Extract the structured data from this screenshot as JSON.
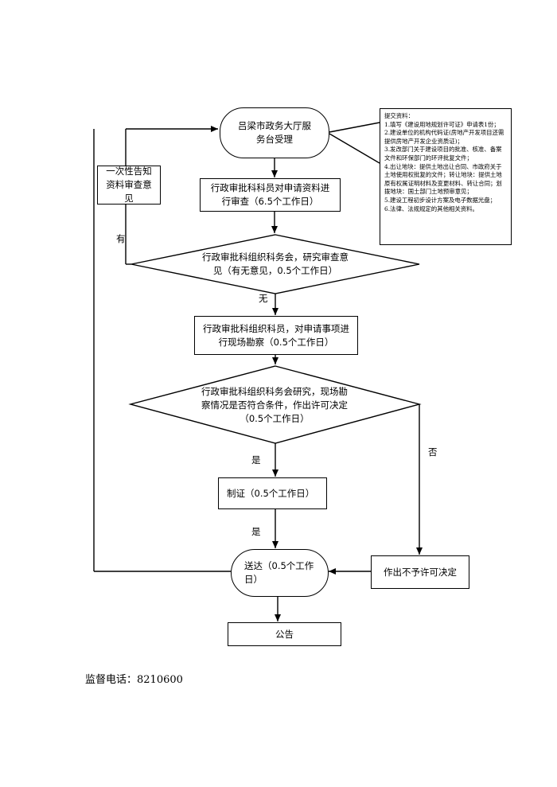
{
  "flow": {
    "accept": "吕梁市政务大厅服务台受理",
    "review": "行政审批科科员对申请资料进行审查（6.5个工作日）",
    "meeting1": "行政审批科组织科务会，研究审查意见（有无意见，0.5个工作日）",
    "inspect": "行政审批科组织科员，对申请事项进行现场勘察（0.5个工作日）",
    "meeting2": "行政审批科组织科务会研究，现场勘察情况是否符合条件，作出许可决定（0.5个工作日）",
    "certify": "制证（0.5个工作日）",
    "deliver": "送达（0.5个工作日）",
    "reject": "作出不予许可决定",
    "announce": "公告",
    "notify": "一次性告知资料审查意见"
  },
  "labels": {
    "you": "有",
    "wu": "无",
    "shi1": "是",
    "shi2": "是",
    "fou": "否"
  },
  "materials": {
    "title": "提交资料：",
    "items": [
      "1.填写《建设用地规划许可证》申请表1份；",
      "2.建设单位的机构代码证(房地产开发项目还需提供房地产开发企业资质证)；",
      "3.发改部门关于建设项目的批准、核准、备案文件和环保部门的环评批复文件；",
      "4.出让地块：提供土地出让合同、市政府关于土地使用权批复的文件；转让地块：提供土地原有权属证明材料及变更材料、转让合同；划拨地块：国土部门土地预审意见；",
      "5.建设工程初步设计方案及电子数据光盘；",
      "6.法律、法规规定的其他相关资料。"
    ]
  },
  "footer": "监督电话：8210600"
}
